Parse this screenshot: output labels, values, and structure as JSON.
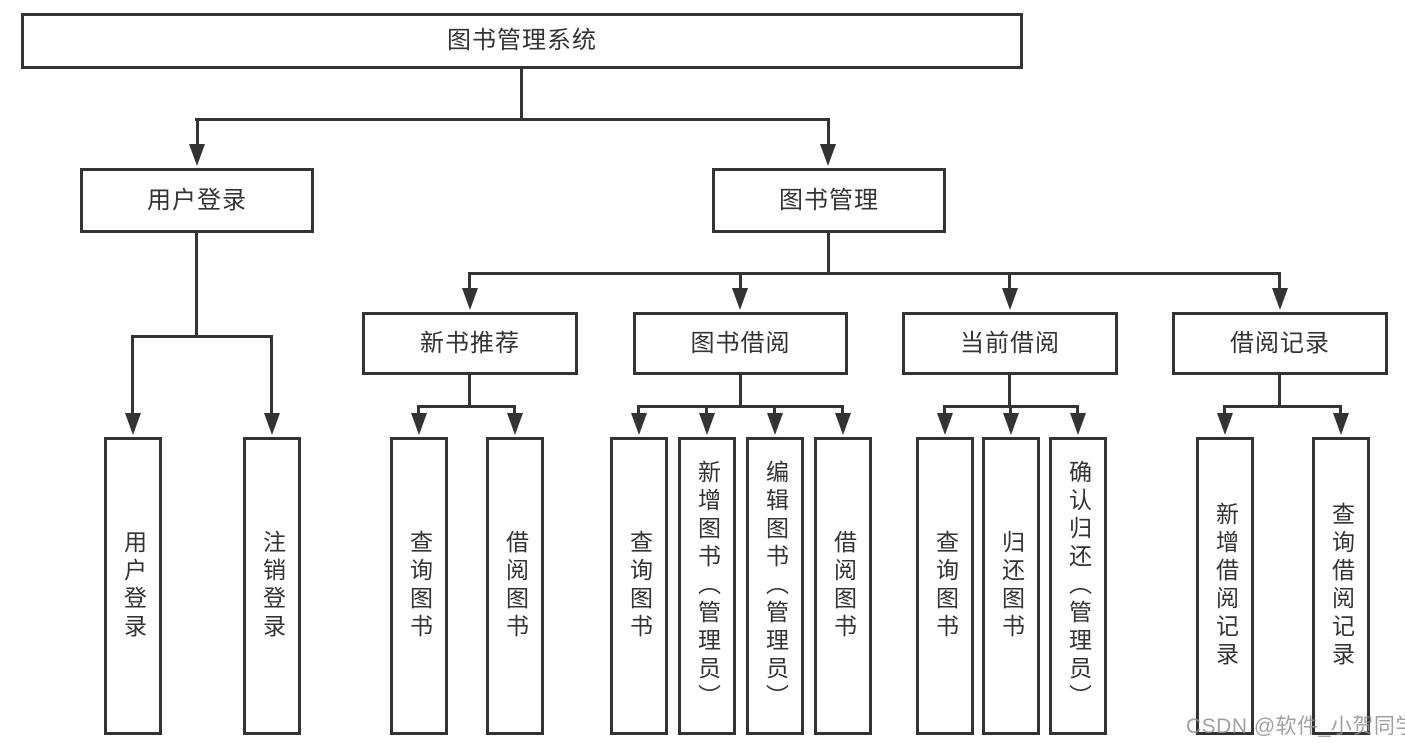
{
  "diagram_title": "图书管理系统",
  "tree": {
    "root": {
      "label": "图书管理系统"
    },
    "branches": [
      {
        "label": "用户登录",
        "children": [
          {
            "label": "用户登录"
          },
          {
            "label": "注销登录"
          }
        ]
      },
      {
        "label": "图书管理",
        "children": [
          {
            "label": "新书推荐",
            "children": [
              {
                "label": "查询图书"
              },
              {
                "label": "借阅图书"
              }
            ]
          },
          {
            "label": "图书借阅",
            "children": [
              {
                "label": "查询图书"
              },
              {
                "label": "新增图书（管理员）"
              },
              {
                "label": "编辑图书（管理员）"
              },
              {
                "label": "借阅图书"
              }
            ]
          },
          {
            "label": "当前借阅",
            "children": [
              {
                "label": "查询图书"
              },
              {
                "label": "归还图书"
              },
              {
                "label": "确认归还（管理员）"
              }
            ]
          },
          {
            "label": "借阅记录",
            "children": [
              {
                "label": "新增借阅记录"
              },
              {
                "label": "查询借阅记录"
              }
            ]
          }
        ]
      }
    ]
  },
  "watermark": "CSDN @软件_小贺同学",
  "colors": {
    "line": "#333333",
    "text": "#333333",
    "background": "#ffffff",
    "watermark": "#919191"
  }
}
